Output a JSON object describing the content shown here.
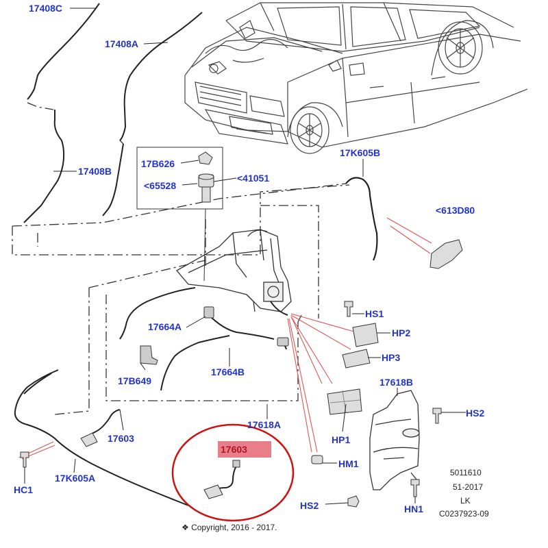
{
  "colors": {
    "label": "#2233cc",
    "highlight_fill": "#e87e8a",
    "highlight_text": "#b01525",
    "circle": "#d01010",
    "leader_red": "#e05555",
    "line": "#222222"
  },
  "labels": {
    "p17408C": "17408C",
    "p17408A": "17408A",
    "p17408B": "17408B",
    "p17B626": "17B626",
    "p65528": "<65528",
    "p41051": "<41051",
    "p17K605B": "17K605B",
    "p613D80": "<613D80",
    "pHS1": "HS1",
    "pHP2": "HP2",
    "pHP3": "HP3",
    "p17664A": "17664A",
    "p17B649": "17B649",
    "p17664B": "17664B",
    "p17618B": "17618B",
    "pHS2a": "HS2",
    "p17603a": "17603",
    "p17618A": "17618A",
    "pHP1": "HP1",
    "p17603b": "17603",
    "pHM1": "HM1",
    "pHC1": "HC1",
    "p17K605A": "17K605A",
    "pHS2b": "HS2",
    "pHN1": "HN1"
  },
  "info": {
    "code1": "5011610",
    "code2": "51-2017",
    "code3": "LK",
    "code4": "C0237923-09",
    "copyright": "❖ Copyright, 2016 - 2017."
  },
  "icons": {
    "vehicle": "suv-line-art",
    "highlight": "red-ellipse-callout"
  }
}
